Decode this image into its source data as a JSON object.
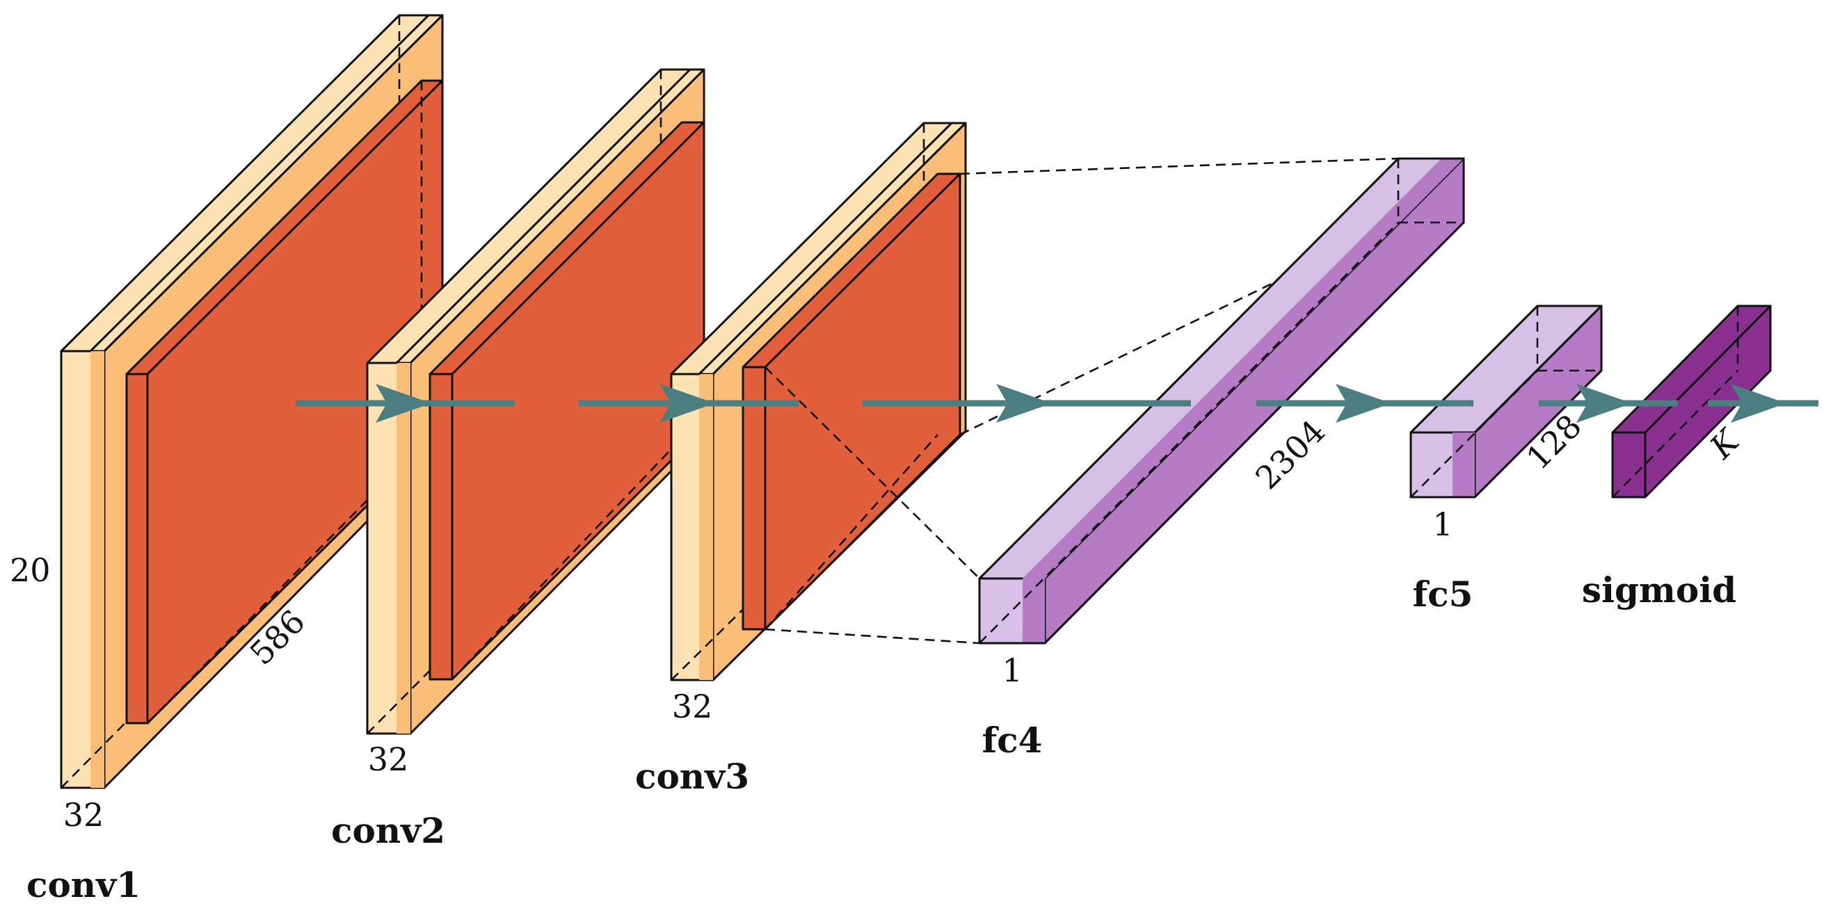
{
  "layers": [
    {
      "id": "conv1",
      "name": "conv1",
      "depth_label": "32",
      "height_label": "20",
      "width_label": "586"
    },
    {
      "id": "conv2",
      "name": "conv2",
      "depth_label": "32"
    },
    {
      "id": "conv3",
      "name": "conv3",
      "depth_label": "32"
    },
    {
      "id": "fc4",
      "name": "fc4",
      "depth_label": "1",
      "width_label": "2304"
    },
    {
      "id": "fc5",
      "name": "fc5",
      "depth_label": "1",
      "width_label": "128"
    },
    {
      "id": "sigmoid",
      "name": "sigmoid",
      "width_label": "K"
    }
  ],
  "colors": {
    "conv_light": "#fde3b3",
    "conv_mid": "#fbbe78",
    "conv_pool": "#e25f3c",
    "fc_light": "#d6c0e6",
    "fc_mid": "#b57bc4",
    "sigmoid": "#8a3090",
    "arrow": "#4a7e80"
  }
}
